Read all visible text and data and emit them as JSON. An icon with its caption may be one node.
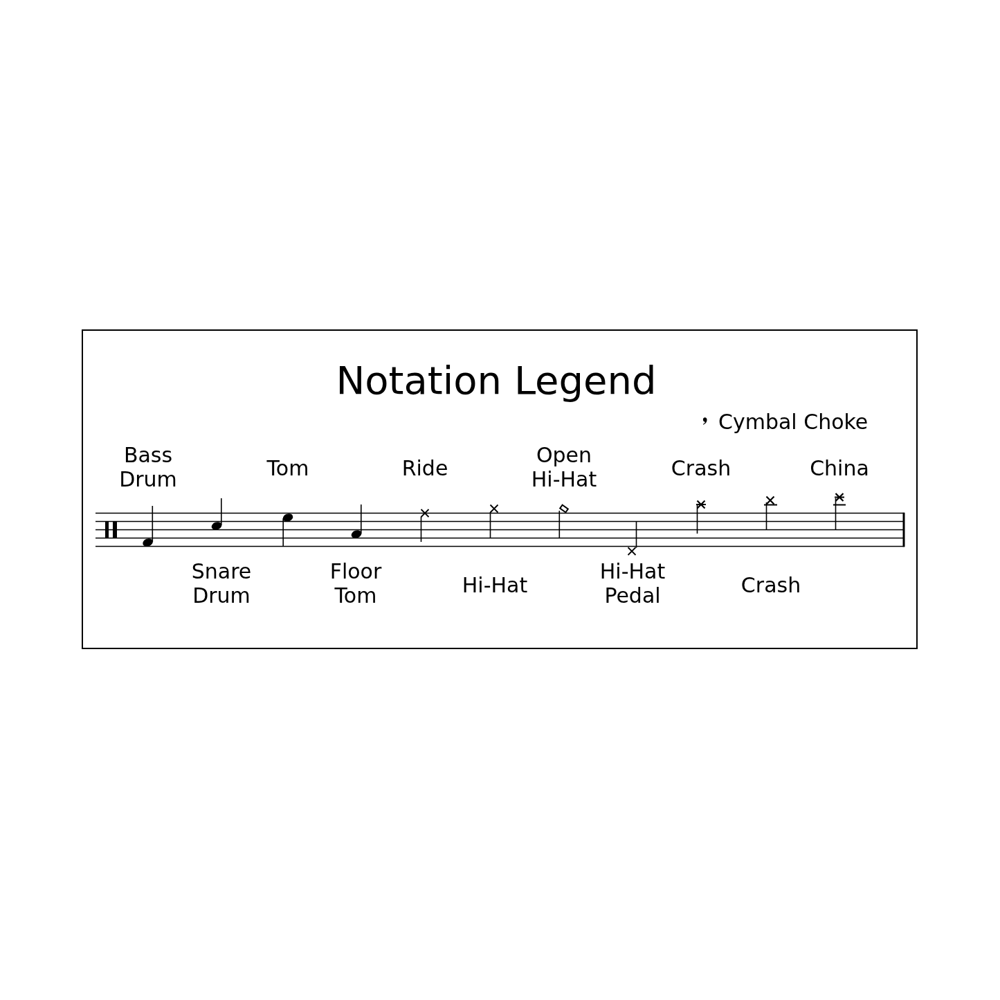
{
  "diagram": {
    "title": "Notation Legend",
    "labels": [
      "Bass Drum",
      "Tom",
      "Ride",
      "Open Hi-Hat",
      "Crash",
      "China",
      "Snare Drum",
      "Floor Tom",
      "Hi-Hat",
      "Hi-Hat Pedal",
      "Crash"
    ],
    "legend": [
      {
        "text": "Cymbal Choke"
      }
    ]
  }
}
